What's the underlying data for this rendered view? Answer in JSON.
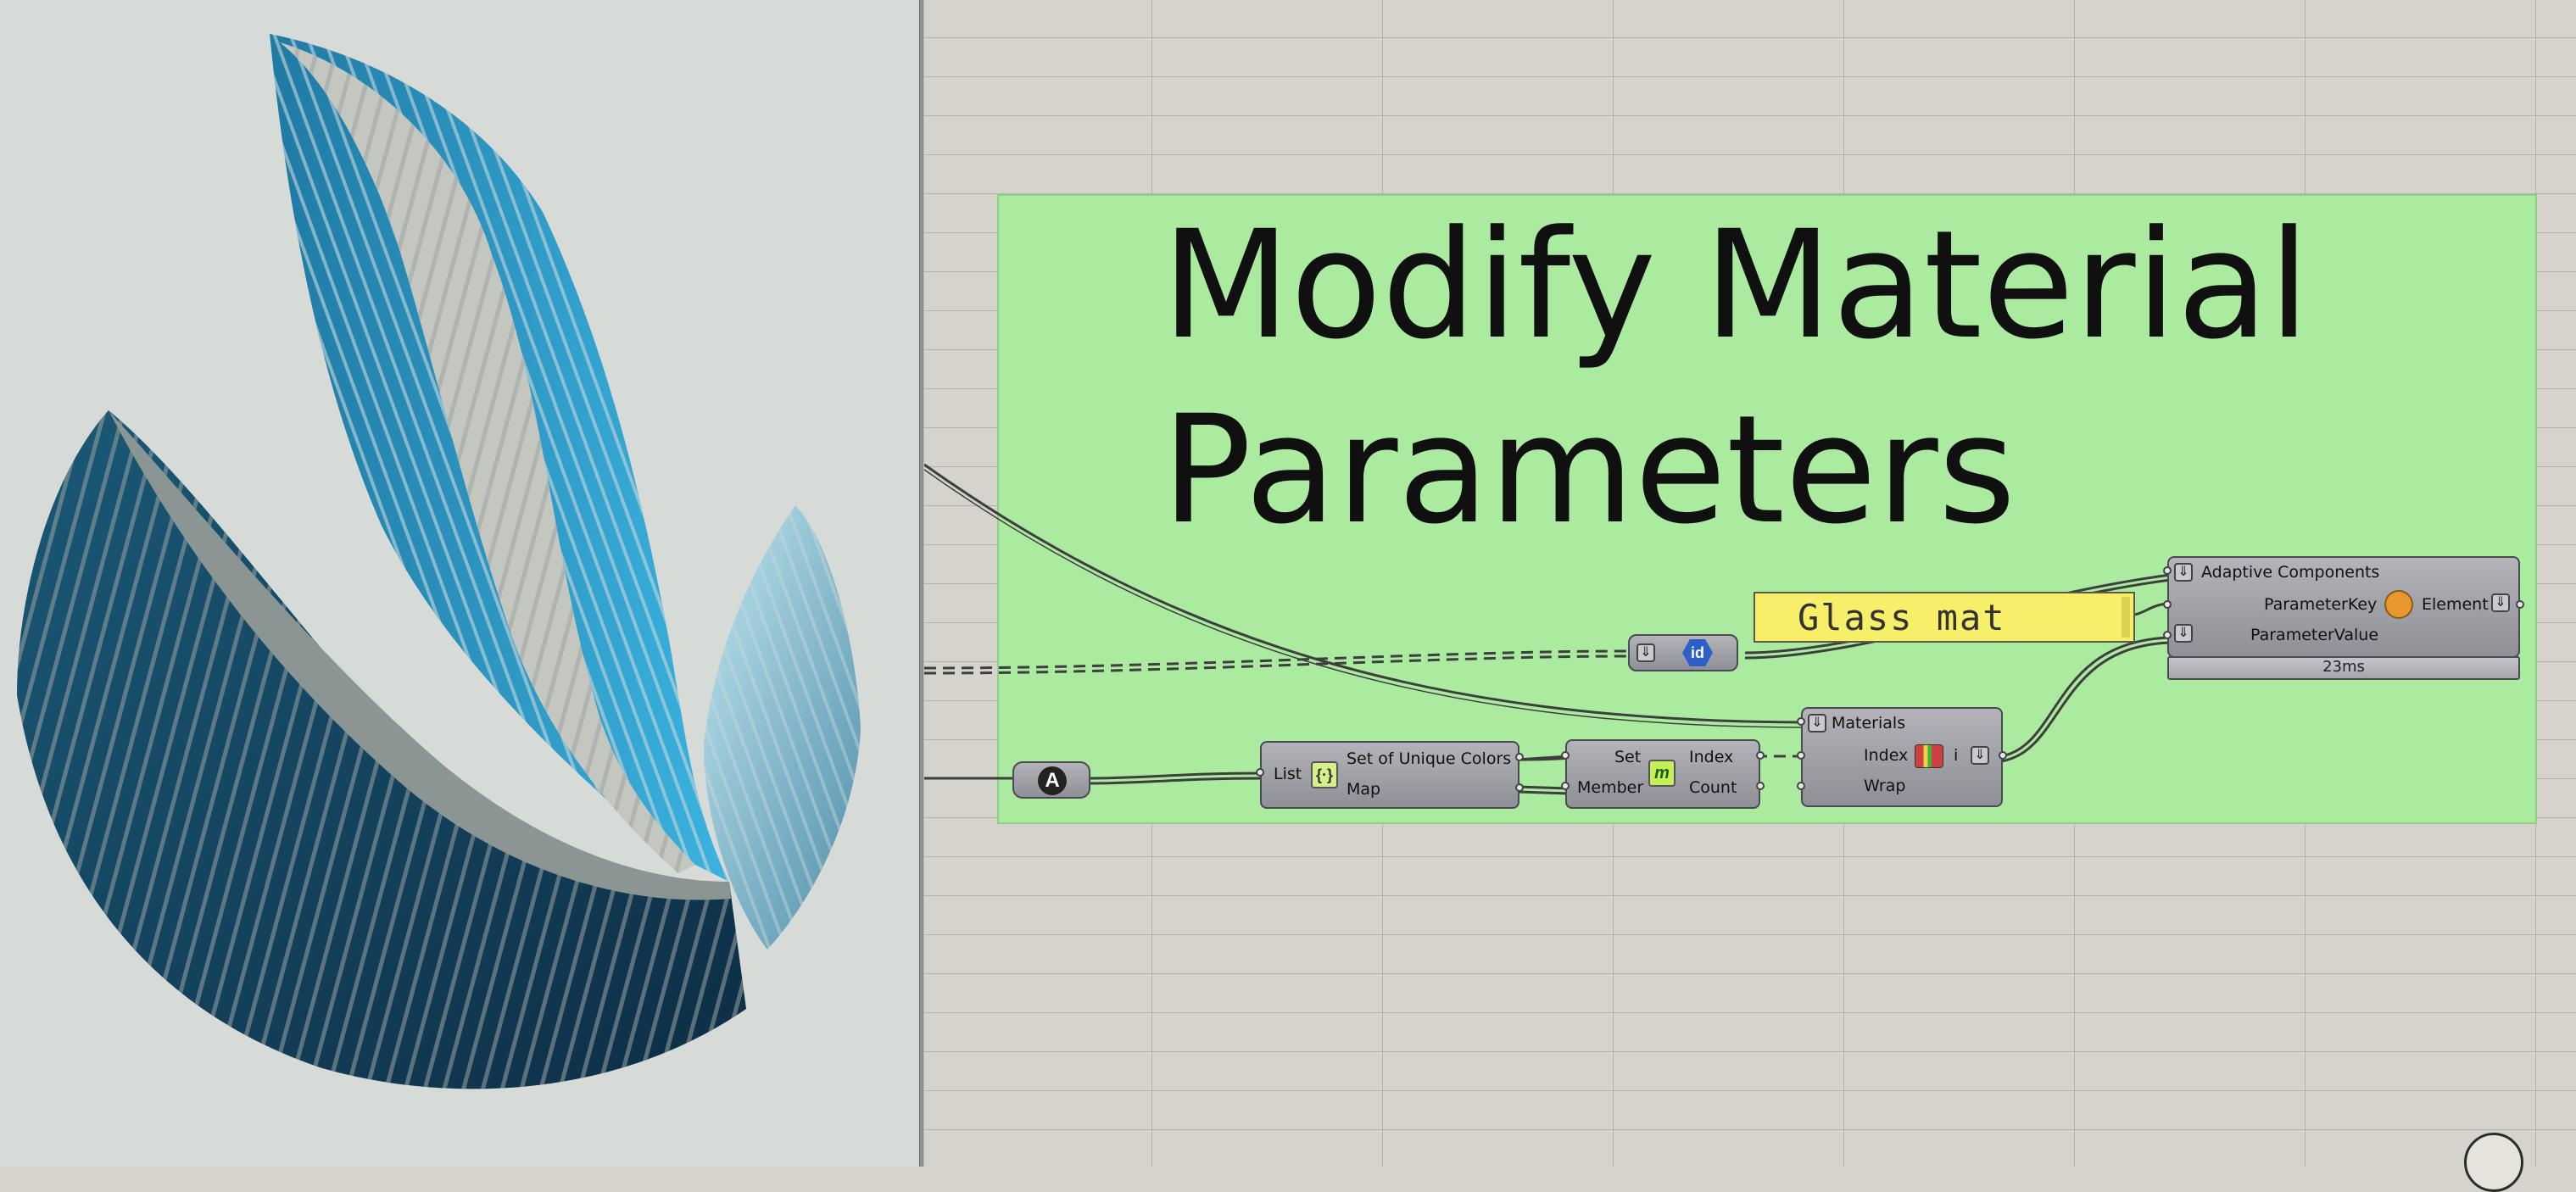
{
  "group": {
    "title_line1": "Modify Material",
    "title_line2": "Parameters",
    "color": "#abeba0"
  },
  "panel": {
    "text": "Glass mat"
  },
  "text_param": {
    "label": "A"
  },
  "id_param": {
    "label": "id"
  },
  "unique_colors": {
    "input": "List",
    "output1": "Set of Unique Colors",
    "output2": "Map"
  },
  "member_index": {
    "input1": "Set",
    "input2": "Member",
    "output1": "Index",
    "output2": "Count",
    "icon": "m"
  },
  "list_item": {
    "input1": "Materials",
    "input2": "Index",
    "input3": "Wrap",
    "output": "i"
  },
  "set_param": {
    "input1": "Adaptive Components",
    "input2": "ParameterKey",
    "input3": "ParameterValue",
    "output": "Element",
    "timer": "23ms"
  },
  "colors": {
    "canvas": "#d6d3cc",
    "group": "#abeba0",
    "viewport": "#d6dbd8",
    "component": "#a3a3ab"
  }
}
